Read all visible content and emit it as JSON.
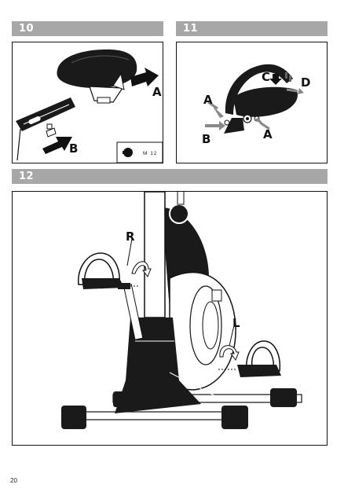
{
  "steps": [
    {
      "number": "10",
      "labels": {
        "a": "A",
        "b": "B"
      },
      "screw_label": "M 12"
    },
    {
      "number": "11",
      "labels": {
        "a1": "A",
        "a2": "A",
        "b": "B",
        "c": "C",
        "d": "D"
      }
    },
    {
      "number": "12",
      "labels": {
        "r": "R",
        "l": "L"
      }
    }
  ],
  "page_number": "20"
}
